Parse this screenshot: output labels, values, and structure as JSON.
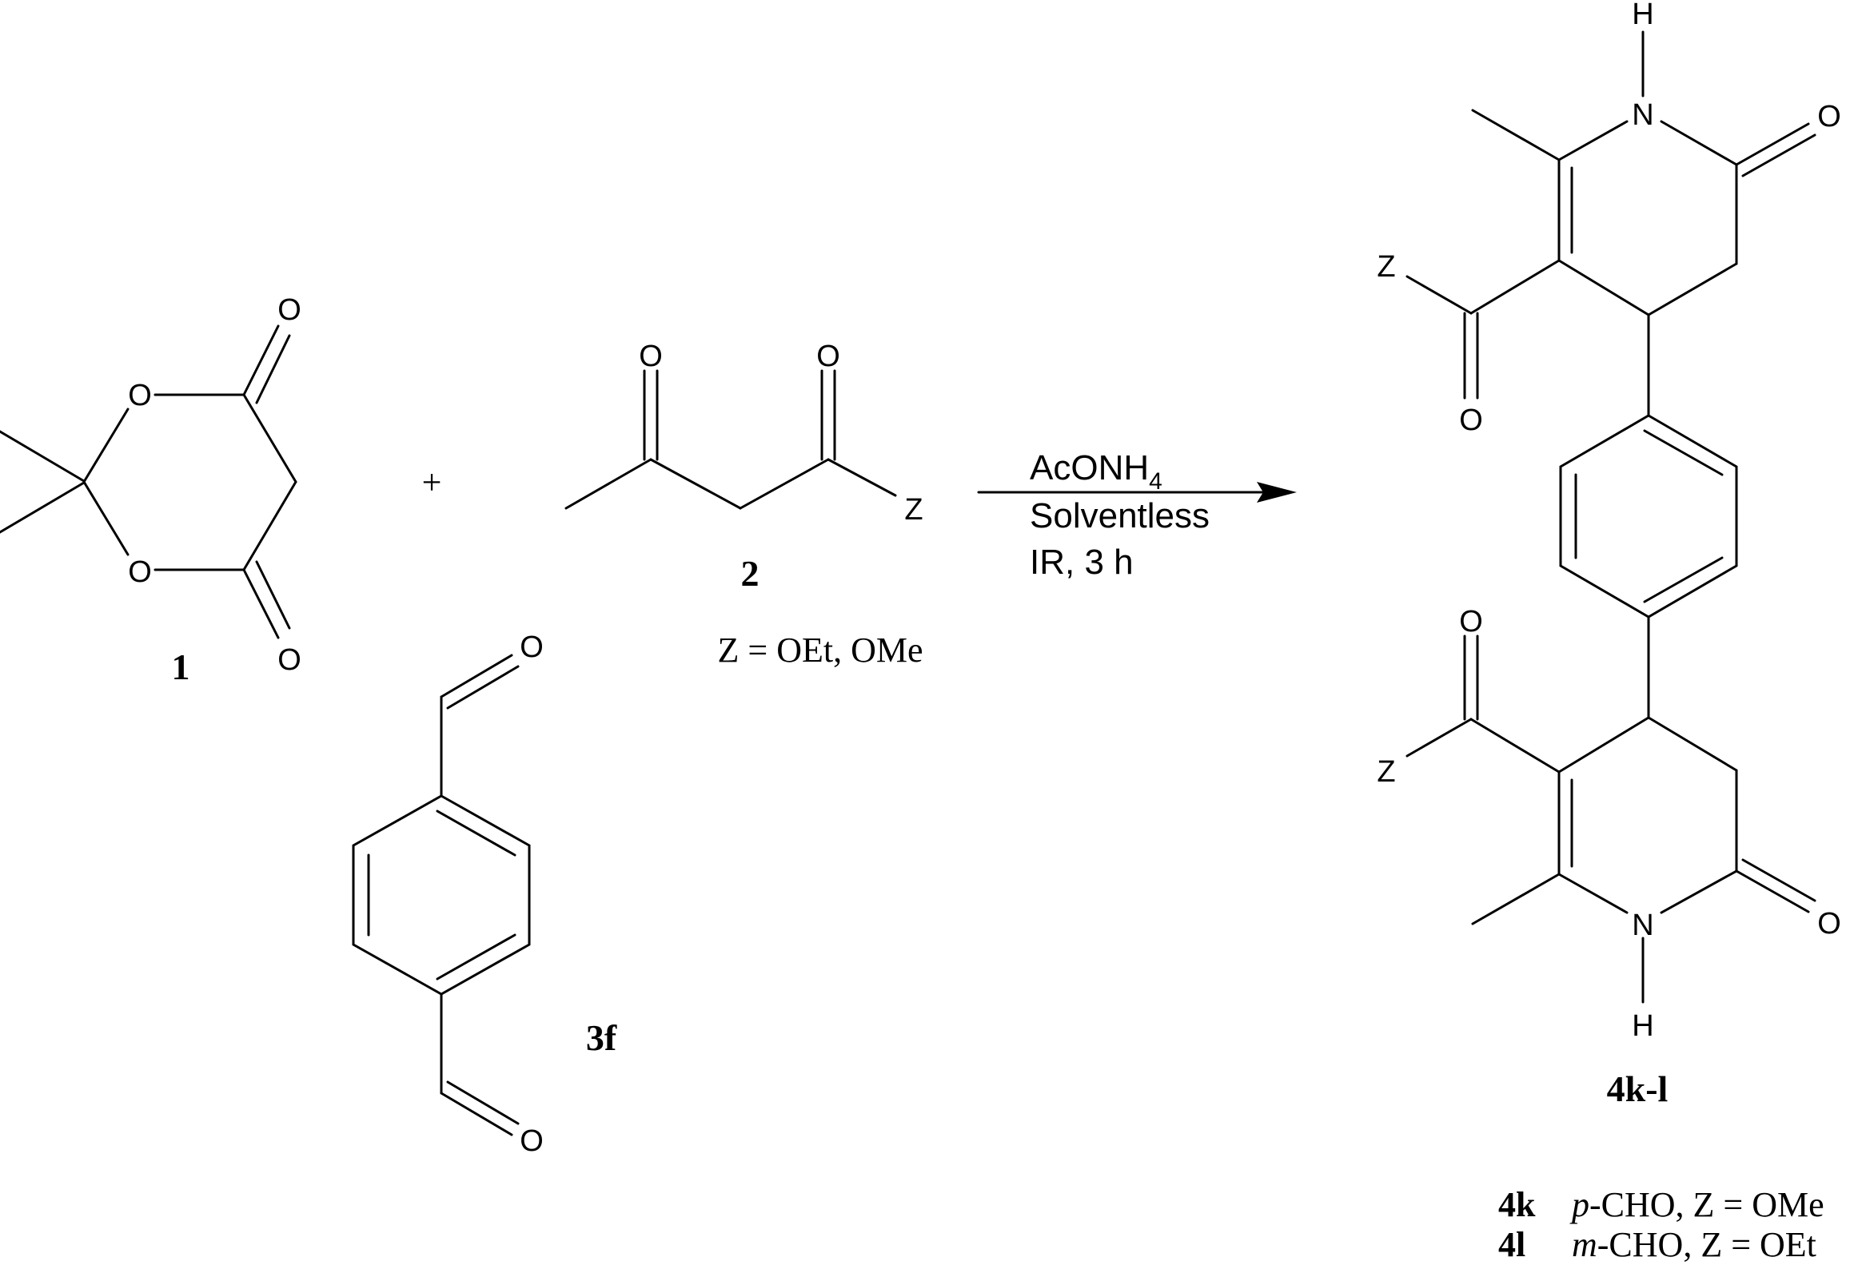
{
  "compounds": {
    "c1": {
      "label": "1",
      "o_ring_top": "O",
      "o_ring_bottom": "O",
      "o_carbonyl_top": "O",
      "o_carbonyl_bottom": "O"
    },
    "c2": {
      "label": "2",
      "o_left": "O",
      "o_right": "O",
      "z": "Z",
      "substituents": "Z = OEt, OMe"
    },
    "c3f": {
      "label": "3f",
      "o_top": "O",
      "o_bottom": "O"
    },
    "c4": {
      "label": "4k-l",
      "top": {
        "h": "H",
        "n": "N",
        "o_amide": "O",
        "z": "Z",
        "o_ester": "O"
      },
      "bottom": {
        "h": "H",
        "n": "N",
        "o_amide": "O",
        "z": "Z",
        "o_ester": "O"
      }
    }
  },
  "plus_sign": "+",
  "conditions": {
    "reagent": "AcONH",
    "reagent_sub": "4",
    "solvent": "Solventless",
    "heating": "IR,  3 h"
  },
  "legend": [
    {
      "id": "4k",
      "pos": "p",
      "rest": "-CHO, Z = OMe"
    },
    {
      "id": "4l",
      "pos": "m",
      "rest": "-CHO, Z = OEt"
    }
  ]
}
